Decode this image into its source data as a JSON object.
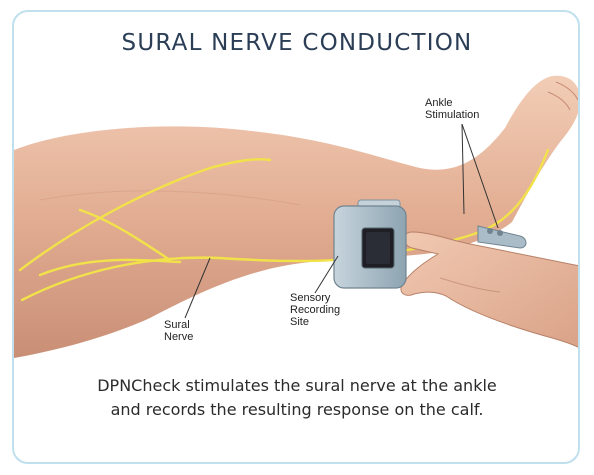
{
  "title": "SURAL NERVE CONDUCTION",
  "labels": {
    "ankle_stimulation": "Ankle\nStimulation",
    "sensory_recording_site": "Sensory\nRecording\nSite",
    "sural_nerve": "Sural\nNerve"
  },
  "caption": "DPNCheck stimulates the sural nerve at the ankle\nand records the resulting response on the calf.",
  "colors": {
    "border": "#bfe0ec",
    "title": "#2b3e56",
    "nerve": "#f2e24a",
    "skin": "#e6b79b",
    "device": "#9fb3bf"
  }
}
